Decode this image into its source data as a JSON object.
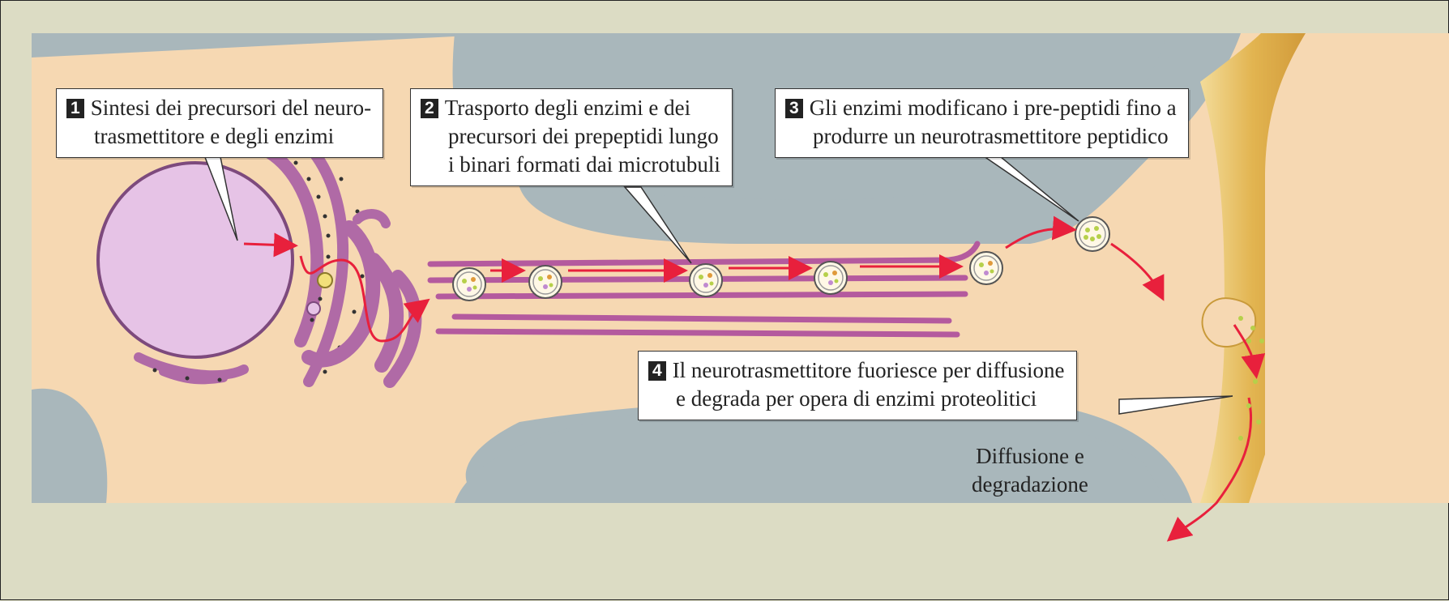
{
  "steps": [
    {
      "number": "1",
      "lines": [
        "Sintesi dei precursori del neuro-",
        "trasmettitore e degli enzimi"
      ]
    },
    {
      "number": "2",
      "lines": [
        "Trasporto degli enzimi e dei",
        "precursori dei prepeptidi lungo",
        "i binari formati dai microtubuli"
      ]
    },
    {
      "number": "3",
      "lines": [
        "Gli enzimi modificano i pre-peptidi fino a",
        "produrre un neurotrasmettitore peptidico"
      ]
    },
    {
      "number": "4",
      "lines": [
        "Il neurotrasmettitore fuoriesce per diffusione",
        "e degrada per opera di enzimi proteolitici"
      ]
    }
  ],
  "release_label": [
    "Diffusione e",
    "degradazione"
  ],
  "colors": {
    "background": "#dcdcc4",
    "cytoplasm": "#f6d8b2",
    "extracellular": "#a9b7bb",
    "nucleus": "#e6c3e6",
    "organelle": "#b06aa6",
    "microtubule": "#b45a9e",
    "arrow": "#e8203c",
    "synapse": "#e0b44a"
  }
}
